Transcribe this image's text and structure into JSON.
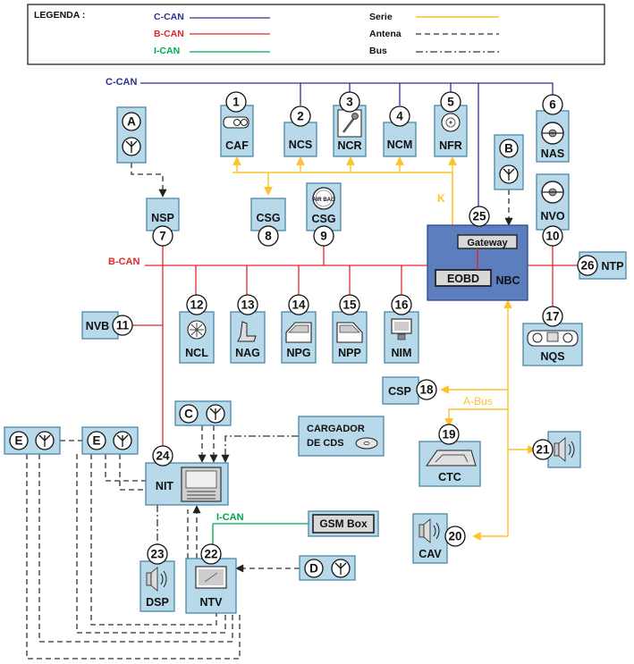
{
  "legend": {
    "title": "LEGENDA :",
    "items": [
      {
        "label": "C-CAN",
        "color": "#2e3192"
      },
      {
        "label": "B-CAN",
        "color": "#e3262b"
      },
      {
        "label": "I-CAN",
        "color": "#00a651"
      },
      {
        "label": "Serie"
      },
      {
        "label": "Antena"
      },
      {
        "label": "Bus"
      }
    ]
  },
  "colors": {
    "c_can": "#2e3192",
    "b_can": "#e3262b",
    "i_can": "#00a651",
    "serie": "#fcc32b",
    "nbc_box": "#5c7dbe",
    "module_fill": "#b7d9ea"
  },
  "bus_labels": {
    "c_can": "C-CAN",
    "b_can": "B-CAN",
    "i_can": "I-CAN",
    "k_line": "K",
    "a_bus": "A-Bus"
  },
  "modules": {
    "caf": {
      "num": "1",
      "name": "CAF"
    },
    "ncs": {
      "num": "2",
      "name": "NCS"
    },
    "ncr": {
      "num": "3",
      "name": "NCR"
    },
    "ncm": {
      "num": "4",
      "name": "NCM"
    },
    "nfr": {
      "num": "5",
      "name": "NFR"
    },
    "nas": {
      "num": "6",
      "name": "NAS"
    },
    "nsp": {
      "num": "7",
      "name": "NSP"
    },
    "csg8": {
      "num": "8",
      "name": "CSG"
    },
    "csg9": {
      "num": "9",
      "name": "CSG",
      "icon_text": "AIR BAG"
    },
    "nvo": {
      "num": "10",
      "name": "NVO"
    },
    "nvb": {
      "num": "11",
      "name": "NVB"
    },
    "ncl": {
      "num": "12",
      "name": "NCL"
    },
    "nag": {
      "num": "13",
      "name": "NAG"
    },
    "npg": {
      "num": "14",
      "name": "NPG"
    },
    "npp": {
      "num": "15",
      "name": "NPP"
    },
    "nim": {
      "num": "16",
      "name": "NIM"
    },
    "nqs": {
      "num": "17",
      "name": "NQS"
    },
    "csp": {
      "num": "18",
      "name": "CSP"
    },
    "ctc": {
      "num": "19",
      "name": "CTC"
    },
    "cav": {
      "num": "20",
      "name": "CAV"
    },
    "spk21": {
      "num": "21"
    },
    "ntv": {
      "num": "22",
      "name": "NTV"
    },
    "dsp": {
      "num": "23",
      "name": "DSP"
    },
    "nit": {
      "num": "24",
      "name": "NIT"
    },
    "gw": {
      "num": "25"
    },
    "ntp": {
      "num": "26",
      "name": "NTP"
    }
  },
  "nbc": {
    "name": "NBC",
    "gateway": "Gateway",
    "eobd": "EOBD"
  },
  "antennas": {
    "a": "A",
    "b": "B",
    "c": "C",
    "d": "D",
    "e1": "E",
    "e2": "E"
  },
  "cargador": {
    "line1": "CARGADOR",
    "line2": "DE CDS"
  },
  "gsm": "GSM Box"
}
